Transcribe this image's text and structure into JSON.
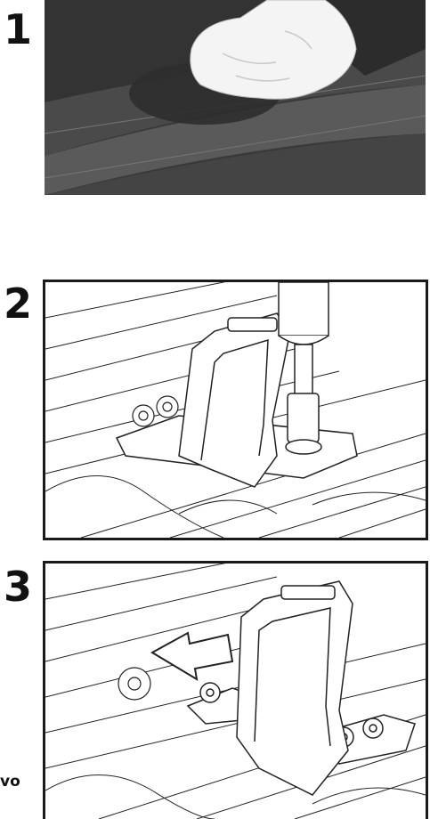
{
  "steps": [
    {
      "number": "1"
    },
    {
      "number": "2"
    },
    {
      "number": "3"
    }
  ],
  "cut_text": "vo",
  "colors": {
    "photo_dark": "#3a3a3a",
    "photo_mid": "#555555",
    "frame": "#1a1a1a",
    "line": "#222222"
  },
  "icons": [
    "hand-wiping-icon",
    "wrench-socket-icon",
    "bracket-icon",
    "arrow-icon",
    "nut-icon"
  ]
}
